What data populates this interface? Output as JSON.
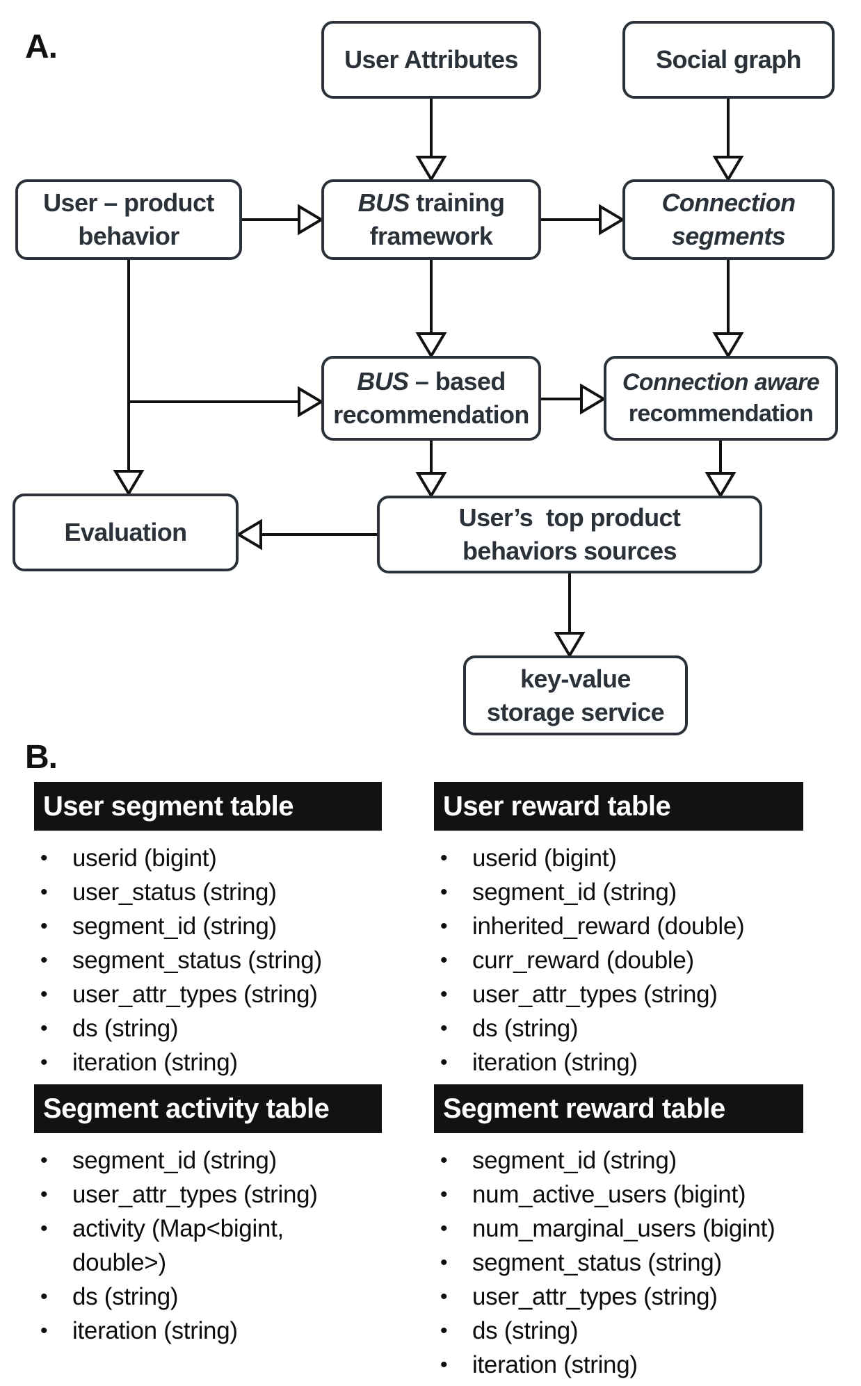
{
  "colors": {
    "box_border": "#2a3139",
    "box_text": "#2a3139",
    "arrow": "#111111",
    "header_bg": "#121212",
    "header_text": "#ffffff",
    "body_text": "#0d0d0d",
    "background": "#ffffff"
  },
  "section_a": {
    "label": "A.",
    "nodes": [
      {
        "id": "user-attributes",
        "lines": [
          [
            {
              "t": "User Attributes"
            }
          ]
        ]
      },
      {
        "id": "social-graph",
        "lines": [
          [
            {
              "t": "Social graph"
            }
          ]
        ]
      },
      {
        "id": "user-product-behavior",
        "lines": [
          [
            {
              "t": "User – product"
            }
          ],
          [
            {
              "t": "behavior"
            }
          ]
        ]
      },
      {
        "id": "bus-training-framework",
        "lines": [
          [
            {
              "t": "BUS",
              "i": true
            },
            {
              "t": " training"
            }
          ],
          [
            {
              "t": "framework"
            }
          ]
        ]
      },
      {
        "id": "connection-segments",
        "lines": [
          [
            {
              "t": "Connection",
              "i": true
            }
          ],
          [
            {
              "t": "segments",
              "i": true
            }
          ]
        ]
      },
      {
        "id": "bus-based-recommendation",
        "lines": [
          [
            {
              "t": "BUS",
              "i": true
            },
            {
              "t": " – based"
            }
          ],
          [
            {
              "t": "recommendation"
            }
          ]
        ]
      },
      {
        "id": "connection-aware-recommendation",
        "lines": [
          [
            {
              "t": "Connection aware",
              "i": true
            }
          ],
          [
            {
              "t": "recommendation"
            }
          ]
        ]
      },
      {
        "id": "evaluation",
        "lines": [
          [
            {
              "t": "Evaluation"
            }
          ]
        ]
      },
      {
        "id": "users-top-product-behaviors-sources",
        "lines": [
          [
            {
              "t": "User’s  top product"
            }
          ],
          [
            {
              "t": "behaviors sources"
            }
          ]
        ]
      },
      {
        "id": "key-value-storage-service",
        "lines": [
          [
            {
              "t": "key-value"
            }
          ],
          [
            {
              "t": "storage service"
            }
          ]
        ]
      }
    ]
  },
  "section_b": {
    "label": "B.",
    "tables": [
      {
        "title": "User segment table",
        "fields": [
          "userid (bigint)",
          "user_status (string)",
          "segment_id (string)",
          "segment_status (string)",
          "user_attr_types (string)",
          "ds (string)",
          "iteration (string)"
        ]
      },
      {
        "title": "User reward table",
        "fields": [
          "userid (bigint)",
          "segment_id (string)",
          "inherited_reward (double)",
          "curr_reward (double)",
          "user_attr_types (string)",
          "ds (string)",
          "iteration (string)"
        ]
      },
      {
        "title": "Segment activity table",
        "fields": [
          "segment_id (string)",
          "user_attr_types (string)",
          "activity (Map<bigint, double>)",
          "ds (string)",
          "iteration (string)"
        ]
      },
      {
        "title": "Segment reward table",
        "fields": [
          "segment_id (string)",
          "num_active_users (bigint)",
          "num_marginal_users (bigint)",
          "segment_status (string)",
          "user_attr_types (string)",
          "ds (string)",
          "iteration (string)"
        ]
      }
    ]
  }
}
